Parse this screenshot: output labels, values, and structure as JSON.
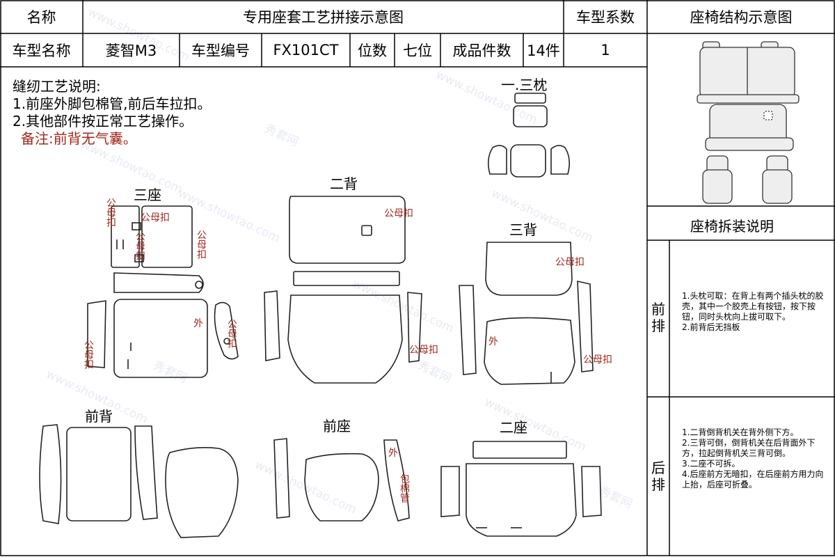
{
  "header": {
    "name_label": "名称",
    "title": "专用座套工艺拼接示意图",
    "coef_label": "车型系数",
    "structure_title": "座椅结构示意图"
  },
  "info_row": {
    "model_name_label": "车型名称",
    "model_name": "菱智M3",
    "model_code_label": "车型编号",
    "model_code": "FX101CT",
    "seats_label": "位数",
    "seats": "七位",
    "pieces_label": "成品件数",
    "pieces": "14件",
    "coef_value": "1"
  },
  "notes": {
    "title": "缝纫工艺说明:",
    "line1": "1.前座外脚包棉管,前后车拉扣。",
    "line2": "2.其他部件按正常工艺操作。",
    "remark": "备注:前背无气囊。"
  },
  "groups": {
    "headrest": "一.三枕",
    "second_back": "二背",
    "third_seat": "三座",
    "third_back": "三背",
    "front_back": "前背",
    "front_seat": "前座",
    "second_seat": "二座"
  },
  "annotations": {
    "snap": "公母扣",
    "outer": "外",
    "cotton_pipe": "包棉管"
  },
  "side": {
    "disassembly_title": "座椅拆装说明",
    "front_row_label": "前排",
    "front_row_text": "1.头枕可取：在背上有两个插头枕的胶壳，其中一个胶壳上有按钮，按下按钮，同时头枕向上拔可取下。\n2.前背后无挡板",
    "rear_row_label": "后排",
    "rear_row_text": "1.二背倒背机关在背外侧下方。\n2.三背可倒，倒背机关在后背面外下方，拉起倒背机关三背可倒。\n3.二座不可拆。\n4.后座前方无暗扣，在后座前方用力向上抬，后座可折叠。"
  },
  "watermark": {
    "text1": "www.showtao.com",
    "text2": "秀套网"
  }
}
